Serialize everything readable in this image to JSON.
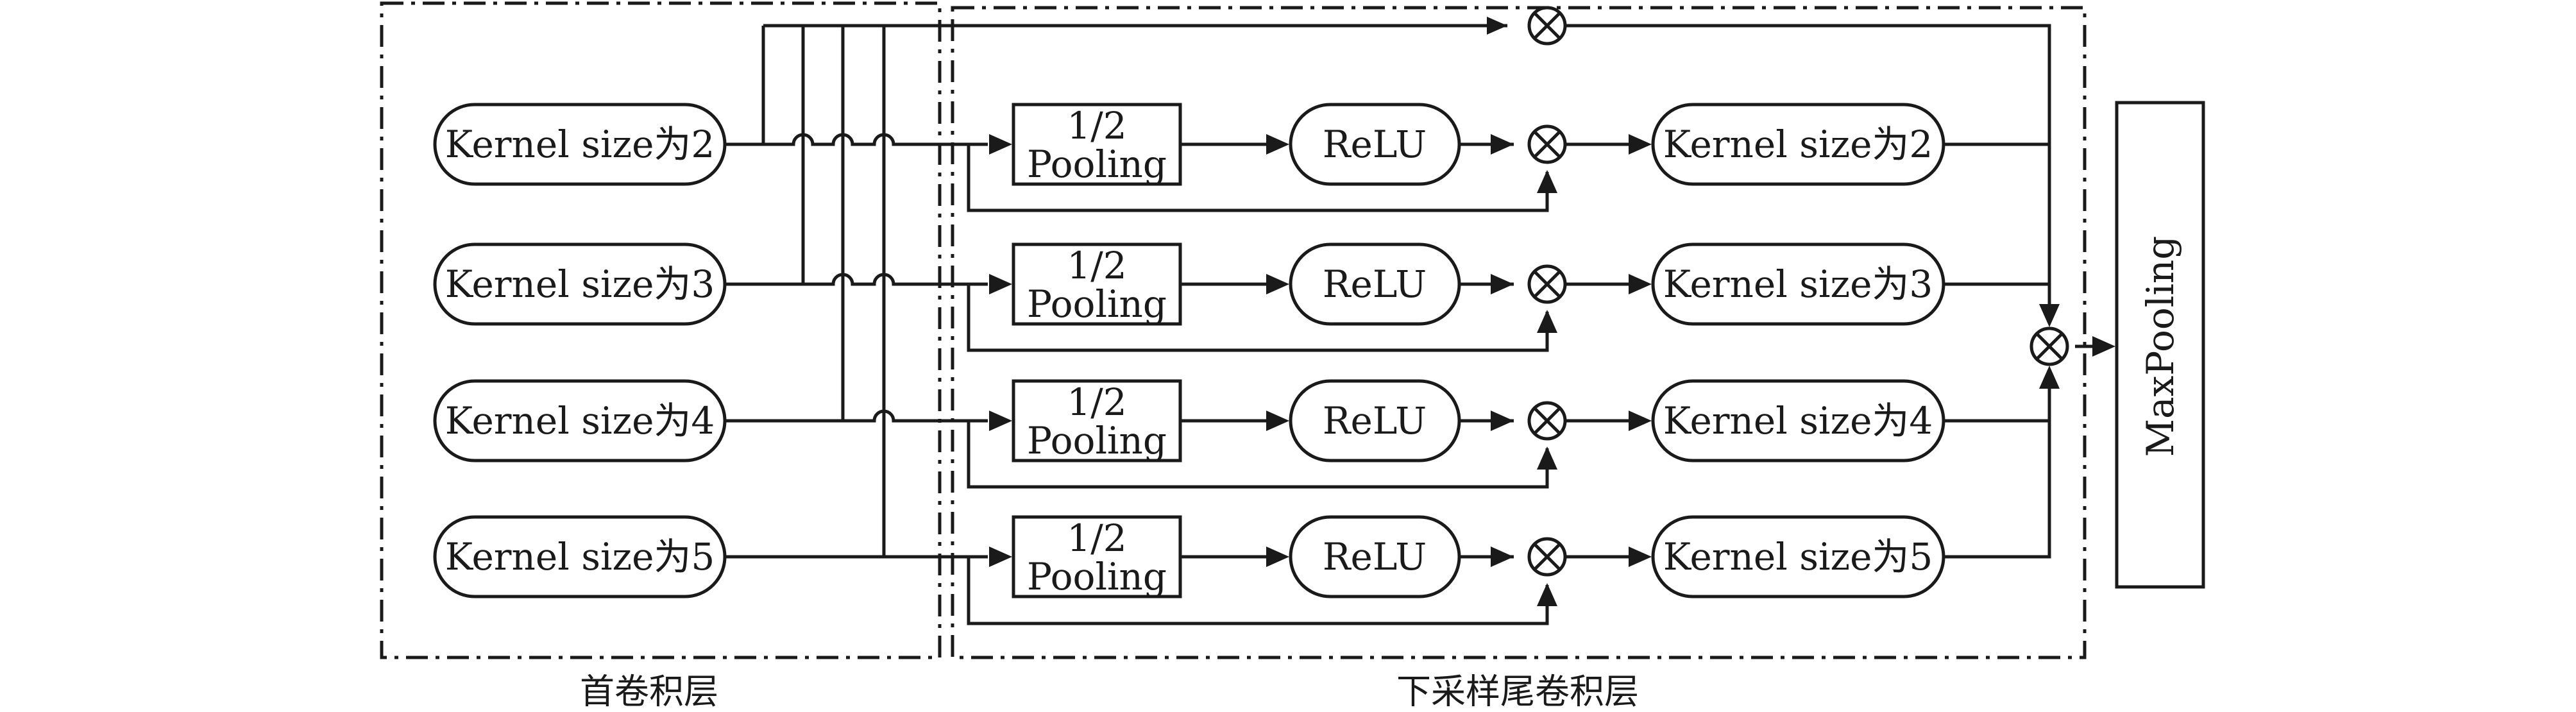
{
  "groups": {
    "first_layer_caption": "首卷积层",
    "downsample_layer_caption": "下采样尾卷积层"
  },
  "input_kernels": [
    "Kernel size为2",
    "Kernel size为3",
    "Kernel size为4",
    "Kernel size为5"
  ],
  "pooling": {
    "line1": "1/2",
    "line2": "Pooling"
  },
  "relu_label": "ReLU",
  "output_kernels": [
    "Kernel size为2",
    "Kernel size为3",
    "Kernel size为4",
    "Kernel size为5"
  ],
  "maxpool_label": "MaxPooling",
  "icons": {
    "multiply": "circled-times-icon",
    "arrow": "arrowhead-icon"
  }
}
